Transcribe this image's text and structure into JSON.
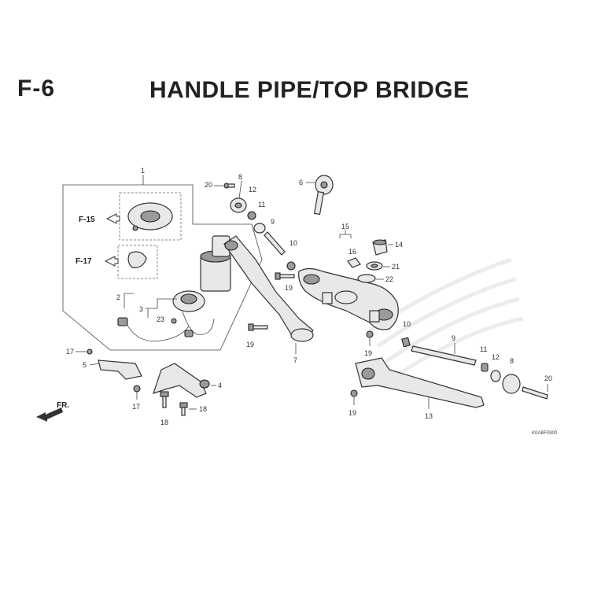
{
  "header": {
    "section_code": "F-6",
    "title": "HANDLE PIPE/TOP BRIDGE"
  },
  "refs": {
    "f15": "F-15",
    "f17": "F-17"
  },
  "direction_label": "FR.",
  "drawing_code": "K0ABF0800",
  "callouts": {
    "c1": "1",
    "c2": "2",
    "c3": "3",
    "c4": "4",
    "c5": "5",
    "c6": "6",
    "c7": "7",
    "c8a": "8",
    "c8b": "8",
    "c9a": "9",
    "c9b": "9",
    "c10a": "10",
    "c10b": "10",
    "c11a": "11",
    "c11b": "11",
    "c12a": "12",
    "c12b": "12",
    "c13": "13",
    "c14": "14",
    "c15": "15",
    "c16": "16",
    "c17a": "17",
    "c17b": "17",
    "c18a": "18",
    "c18b": "18",
    "c19a": "19",
    "c19b": "19",
    "c19c": "19",
    "c19d": "19",
    "c20a": "20",
    "c20b": "20",
    "c21": "21",
    "c22": "22",
    "c23": "23"
  }
}
